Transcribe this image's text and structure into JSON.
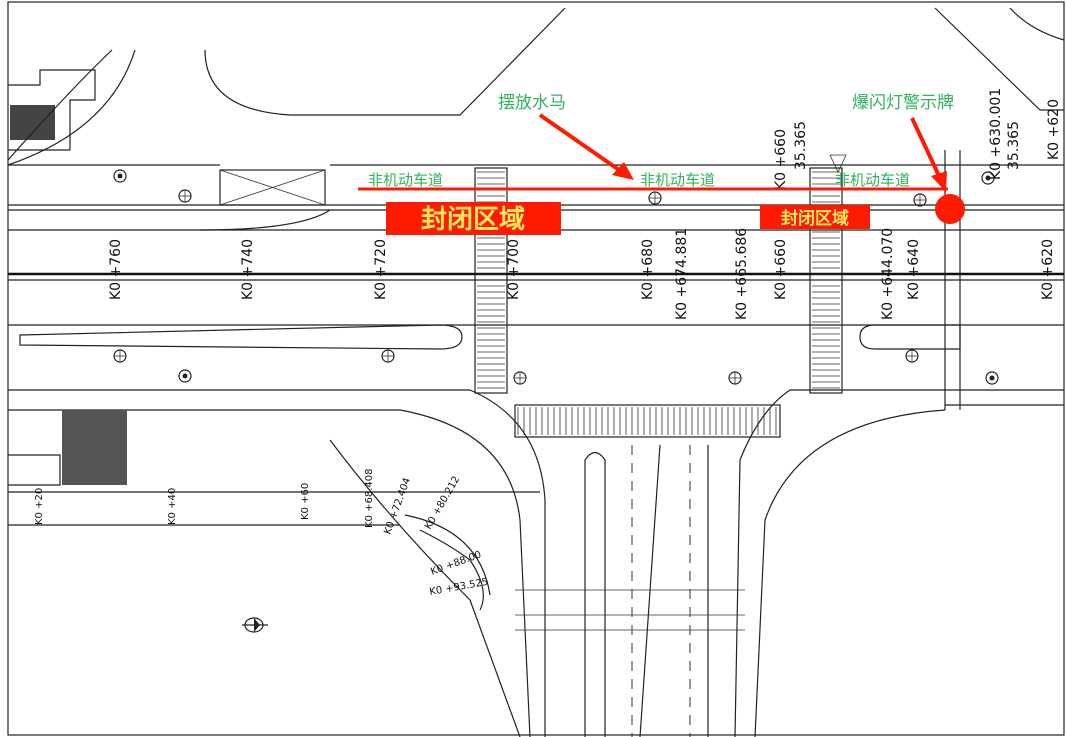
{
  "annotations": {
    "water_barrier_label": "摆放水马",
    "flash_light_label": "爆闪灯警示牌",
    "closed_area_label_1": "封闭区域",
    "closed_area_label_2": "封闭区域",
    "bike_lane_labels": [
      "非机动车道",
      "非机动车道",
      "非机动车道"
    ]
  },
  "stations": {
    "main": [
      "K0 +760",
      "K0 +740",
      "K0 +720",
      "K0 +700",
      "K0 +680",
      "K0 +674.881",
      "K0 +665.686",
      "K0 +660",
      "K0 +644.070",
      "K0 +640",
      "K0 +620"
    ],
    "top_right": [
      "K0 +660",
      "35.365",
      "K0 +630.001",
      "35.365",
      "K0 +620"
    ],
    "lower_left": [
      "K0 +20",
      "K0 +40",
      "K0 +60",
      "K0 +68.408",
      "K0 +72.404",
      "K0 +80.212",
      "K0 +88.00",
      "K0 +93.525"
    ]
  },
  "colors": {
    "annotation_red": "#ff1a00",
    "label_green": "#2fb35e",
    "closed_area_text": "#ffe85c",
    "line_black": "#222222"
  },
  "icons": [
    "manhole-icon",
    "lamp-post-icon",
    "north-arrow-icon",
    "traffic-sign-icon"
  ]
}
